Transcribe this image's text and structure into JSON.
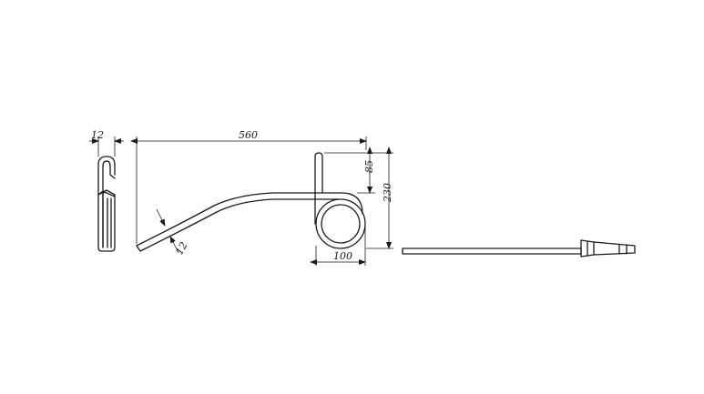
{
  "dimensions": {
    "wire_diameter_side": "12",
    "overall_length": "560",
    "wire_diameter_main": "12",
    "upper_height": "85",
    "total_height": "230",
    "coil_width": "100"
  },
  "colors": {
    "line": "#1a1a1a",
    "background": "#ffffff"
  }
}
